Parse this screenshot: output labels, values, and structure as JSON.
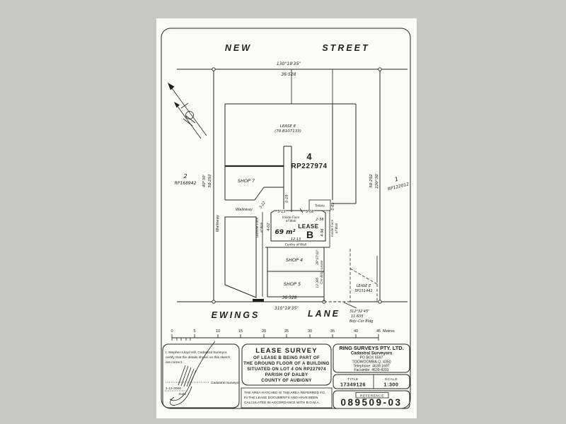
{
  "plan": {
    "street_new": "NEW",
    "street_street": "STREET",
    "lane_ewings": "EWINGS",
    "lane_lane": "LANE",
    "brg_top": "130°19'35\"",
    "dist_top": "36·528",
    "brg_bottom": "310°19'35\"",
    "dist_bottom": "36·528",
    "brg_west": "40°30'",
    "dist_west": "50·292",
    "dist_east": "50·292",
    "brg_east": "220°30'",
    "lot2_num": "2",
    "lot2_plan": "RP168942",
    "lot1_num": "1",
    "lot1_plan": "RP122012",
    "lot4_num": "4",
    "lot4_plan": "RP227974",
    "lease_e1_name": "LEASE E",
    "lease_e1_ref": "(70.B107133)",
    "shop7": "SHOP 7",
    "shop4": "SHOP 4",
    "shop5": "SHOP 5",
    "walkway_h": "Walkway",
    "walkway_v": "Walkway",
    "toilets": "Toilets",
    "dim_019": "0·19",
    "dim_069": "0·69",
    "dim_322": "3·22",
    "lease_b": {
      "name": "LEASE",
      "letter": "B",
      "area": "69 m²",
      "dim_513": "5·13",
      "dim_508": "5·08",
      "dim_402": "4·02",
      "dim_256": "2·56",
      "dim_496": "4·96",
      "dim_1213": "12·13",
      "inside_face_a1": "Inside Face",
      "inside_face_a2": "of Wall",
      "outside_face_1": "Outside Face",
      "outside_face_2": "of Wall",
      "inside_face_b1": "Inside Face",
      "inside_face_b2": "of Wall",
      "centre_wall": "Centre of Wall"
    },
    "east_line_brg": "39°07'00\"",
    "east_line_label": "Cnr Bldg–Lease",
    "east_line_dist": "12·395",
    "lease_e2_name": "LEASE E",
    "lease_e2_ref": "SP151441",
    "callout_brg": "312°32'45\"",
    "callout_dist": "11·635",
    "callout_note": "Bdy–Cor Bldg"
  },
  "scalebar": {
    "labels": [
      "0",
      "5",
      "10",
      "15",
      "20",
      "25",
      "30",
      "35",
      "40",
      "45"
    ],
    "unit": "Metres"
  },
  "titleblock": {
    "cert": {
      "line1": "I, Stephen Lloyd Hill, Cadastral Surveyor,",
      "line2": "certify that the details shown on this sketch",
      "line3": "are correct.",
      "role": "Cadastral Surveyor",
      "date": "1-12-2006",
      "date_label": "Date"
    },
    "title": {
      "line1": "LEASE SURVEY",
      "line2": "OF LEASE B BEING PART OF",
      "line3": "THE GROUND FLOOR OF A BUILDING",
      "line4": "SITUATED ON LOT 4 ON RP227974",
      "line5": "PARISH OF DALBY",
      "line6": "COUNTY OF AUBIGNY"
    },
    "note": {
      "line1": "THE AREA HATCHED IS THE AREA REFERRED TO,",
      "line2": "IN THE LEASE DOCUMENTS AND HAVE BEEN",
      "line3": "CALCULATED IN ACCORDANCE WITH B.O.M.A."
    },
    "firm": {
      "name": "RING SURVEYS PTY. LTD.",
      "subtitle": "Cadastral Surveyors",
      "address1": "PO BOX 6597",
      "address2": "TOOWOOMBA Q. 4350",
      "phone": "Telephone: 4639 1697",
      "fax": "Facsimile: 4639 4201"
    },
    "title_label": "TITLE",
    "title_value": "17349126",
    "scale_label": "SCALE",
    "scale_value": "1:300",
    "reference_label": "REFERENCE",
    "reference_value": "089509-03"
  }
}
